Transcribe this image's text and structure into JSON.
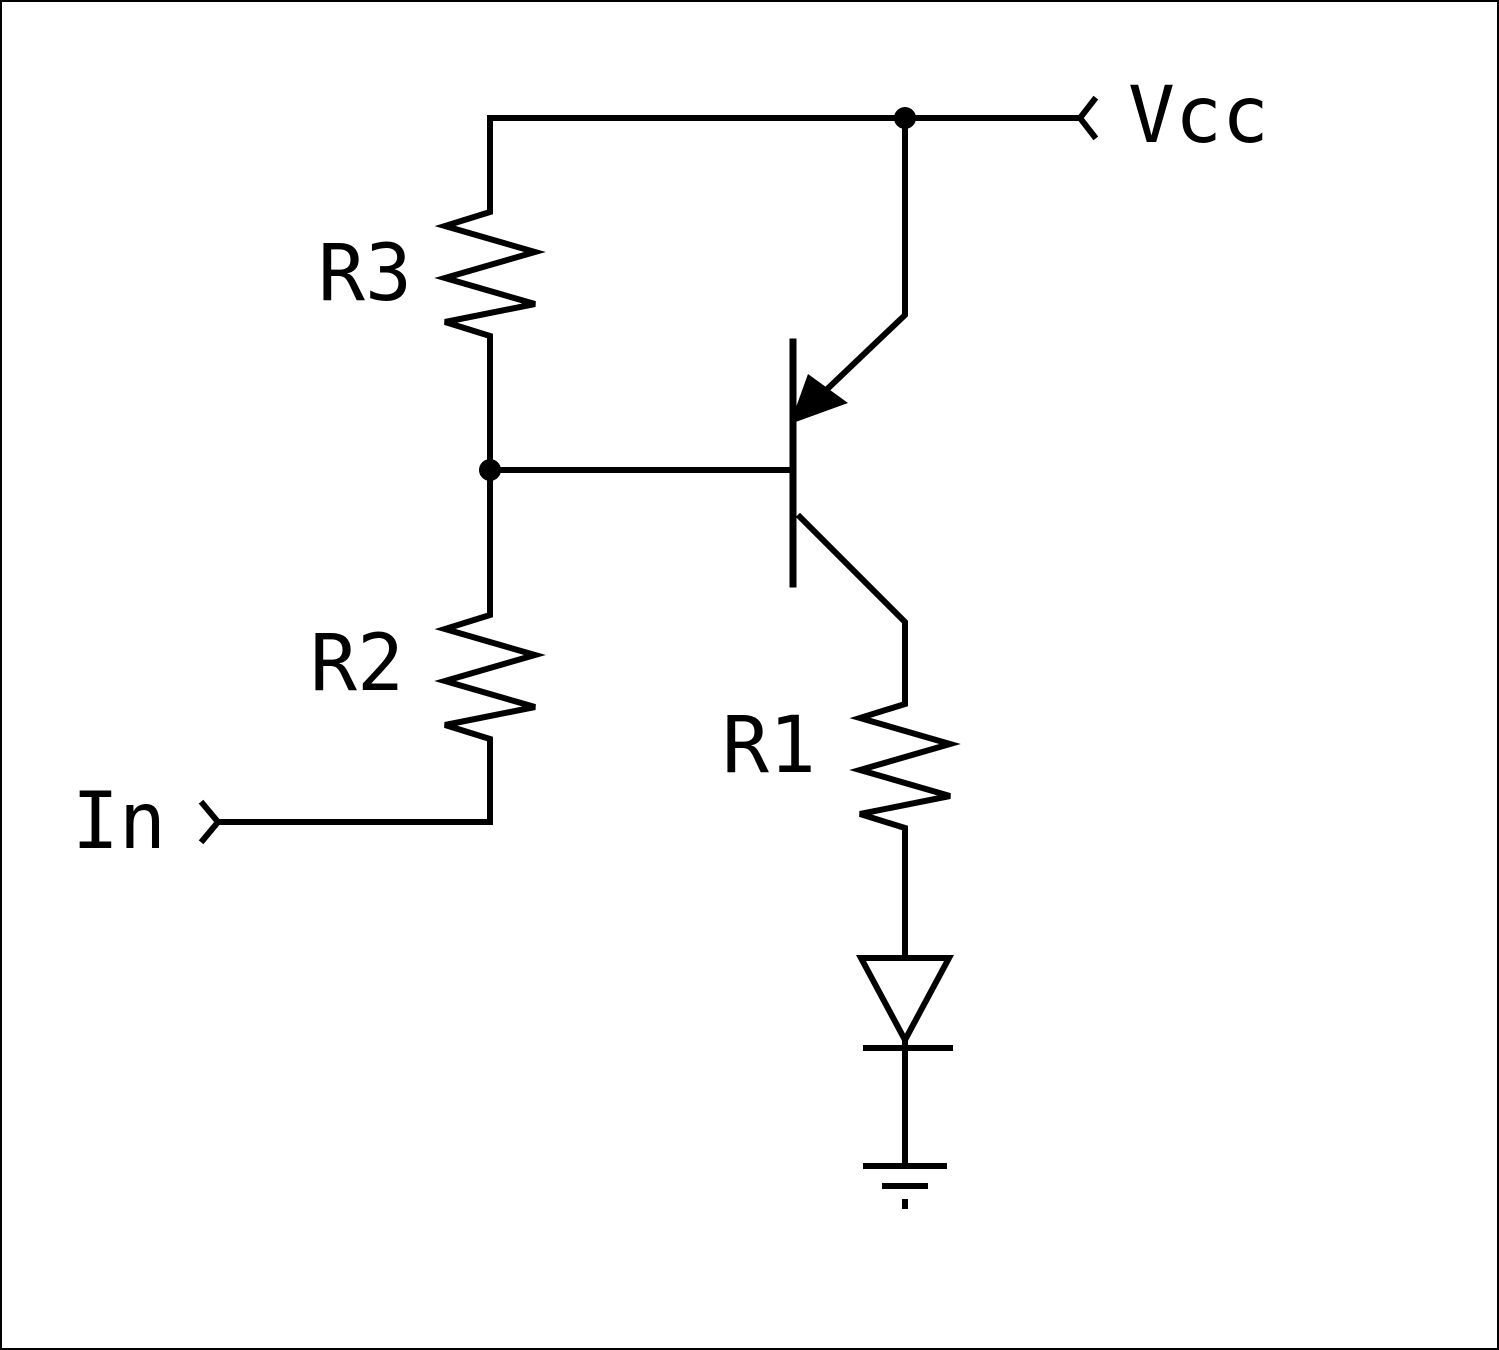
{
  "diagram": {
    "labels": {
      "vcc": "Vcc",
      "input": "In",
      "r1": "R1",
      "r2": "R2",
      "r3": "R3"
    },
    "colors": {
      "ink": "#000000",
      "background": "#ffffff"
    }
  }
}
